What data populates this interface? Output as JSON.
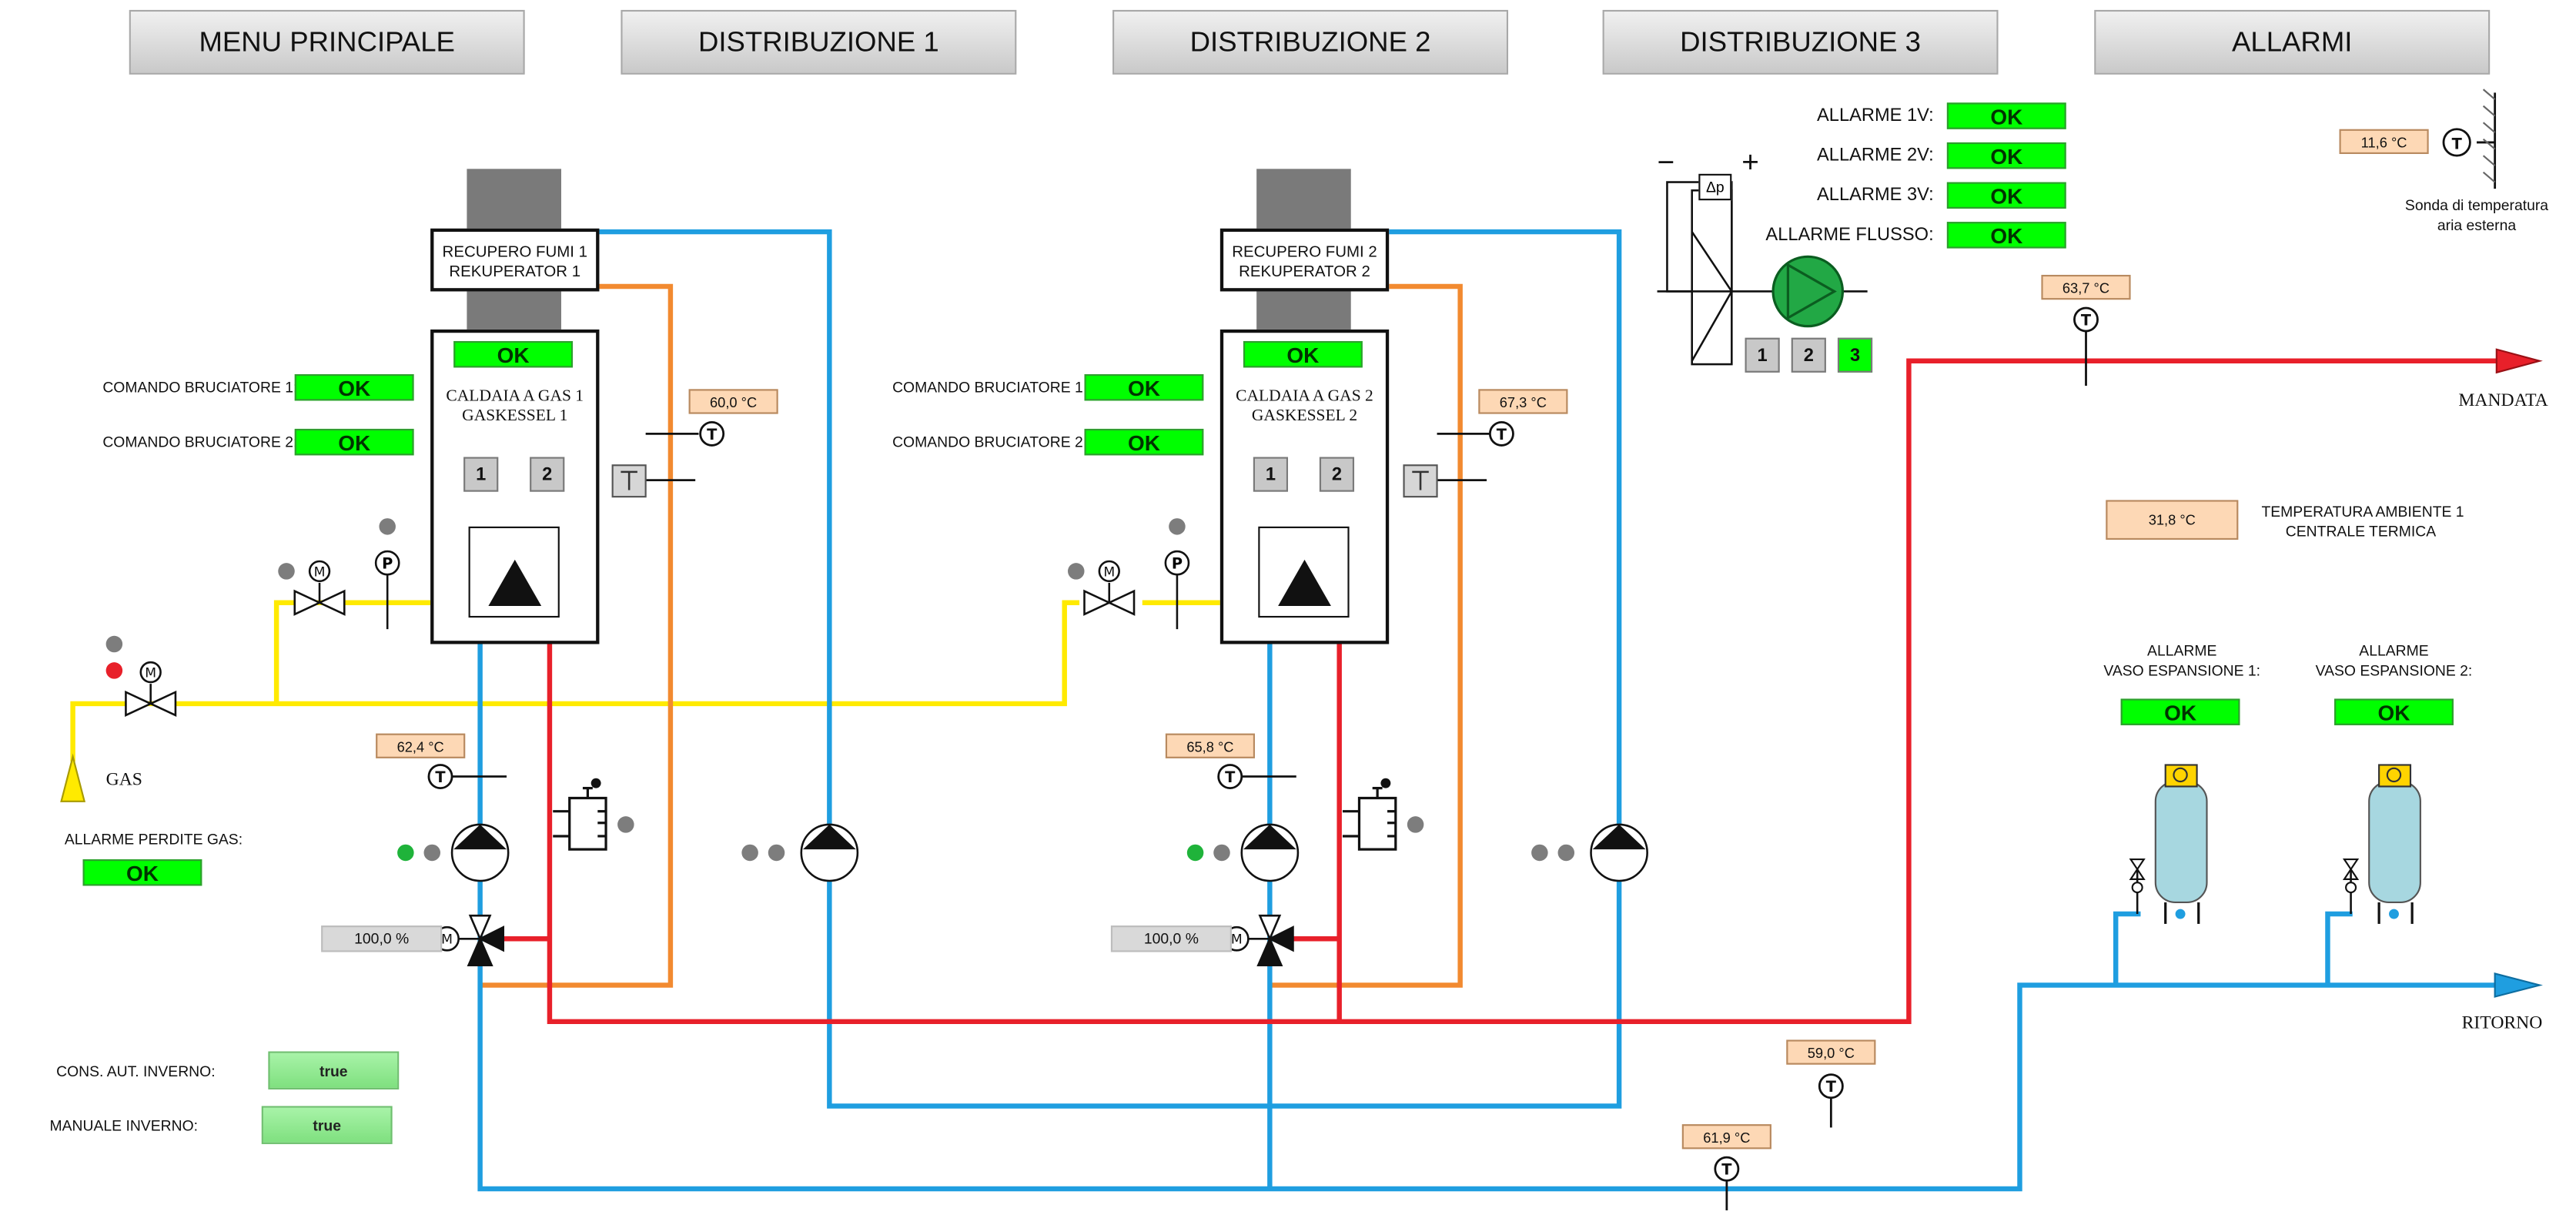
{
  "nav": {
    "menu": "MENU PRINCIPALE",
    "dist1": "DISTRIBUZIONE 1",
    "dist2": "DISTRIBUZIONE 2",
    "dist3": "DISTRIBUZIONE 3",
    "alarms": "ALLARMI"
  },
  "boiler1": {
    "recuperator_line1": "RECUPERO FUMI 1",
    "recuperator_line2": "REKUPERATOR 1",
    "status": "OK",
    "name_line1": "CALDAIA A GAS 1",
    "name_line2": "GASKESSEL 1",
    "stage1": "1",
    "stage2": "2",
    "burner1_label": "COMANDO BRUCIATORE 1:",
    "burner1_status": "OK",
    "burner2_label": "COMANDO BRUCIATORE 2:",
    "burner2_status": "OK",
    "flue_temp": "60,0 °C",
    "supply_temp": "62,4 °C",
    "valve_pct": "100,0 %"
  },
  "boiler2": {
    "recuperator_line1": "RECUPERO FUMI 2",
    "recuperator_line2": "REKUPERATOR 2",
    "status": "OK",
    "name_line1": "CALDAIA A GAS 2",
    "name_line2": "GASKESSEL 2",
    "stage1": "1",
    "stage2": "2",
    "burner1_label": "COMANDO BRUCIATORE 1:",
    "burner1_status": "OK",
    "burner2_label": "COMANDO BRUCIATORE 2:",
    "burner2_status": "OK",
    "flue_temp": "67,3 °C",
    "supply_temp": "65,8 °C",
    "valve_pct": "100,0 %"
  },
  "gas": {
    "label": "GAS",
    "leak_label": "ALLARME PERDITE GAS:",
    "leak_status": "OK"
  },
  "pump_group": {
    "dp_label": "Δp",
    "minus": "−",
    "plus": "+",
    "btn1": "1",
    "btn2": "2",
    "btn3": "3",
    "alarms": [
      {
        "label": "ALLARME 1V:",
        "status": "OK"
      },
      {
        "label": "ALLARME 2V:",
        "status": "OK"
      },
      {
        "label": "ALLARME 3V:",
        "status": "OK"
      },
      {
        "label": "ALLARME FLUSSO:",
        "status": "OK"
      }
    ]
  },
  "outdoor": {
    "temp": "11,6 °C",
    "label_line1": "Sonda di temperatura",
    "label_line2": "aria esterna"
  },
  "supply": {
    "temp": "63,7 °C",
    "label": "MANDATA"
  },
  "return": {
    "label": "RITORNO",
    "temp_a": "59,0 °C",
    "temp_b": "61,9 °C"
  },
  "room": {
    "temp": "31,8 °C",
    "label_line1": "TEMPERATURA AMBIENTE 1",
    "label_line2": "CENTRALE TERMICA"
  },
  "vessel1": {
    "label_line1": "ALLARME",
    "label_line2": "VASO ESPANSIONE 1:",
    "status": "OK"
  },
  "vessel2": {
    "label_line1": "ALLARME",
    "label_line2": "VASO ESPANSIONE 2:",
    "status": "OK"
  },
  "settings": {
    "winter_auto_label": "CONS. AUT. INVERNO:",
    "winter_auto_value": "true",
    "winter_manual_label": "MANUALE INVERNO:",
    "winter_manual_value": "true"
  },
  "icons": {
    "temperature_sensor": "temperature-sensor-icon",
    "pressure_sensor": "pressure-sensor-icon",
    "motor_valve": "motor-valve-icon",
    "pump": "pump-icon",
    "expansion_vessel": "expansion-vessel-icon",
    "flame": "flame-triangle-icon"
  },
  "colors": {
    "ok_green": "#00ff00",
    "pipe_supply_red": "#e8202a",
    "pipe_return_blue": "#1f9ee0",
    "pipe_gas_yellow": "#ffea00",
    "pipe_flue_orange": "#f28a30",
    "temp_box": "#fdd8b5"
  }
}
